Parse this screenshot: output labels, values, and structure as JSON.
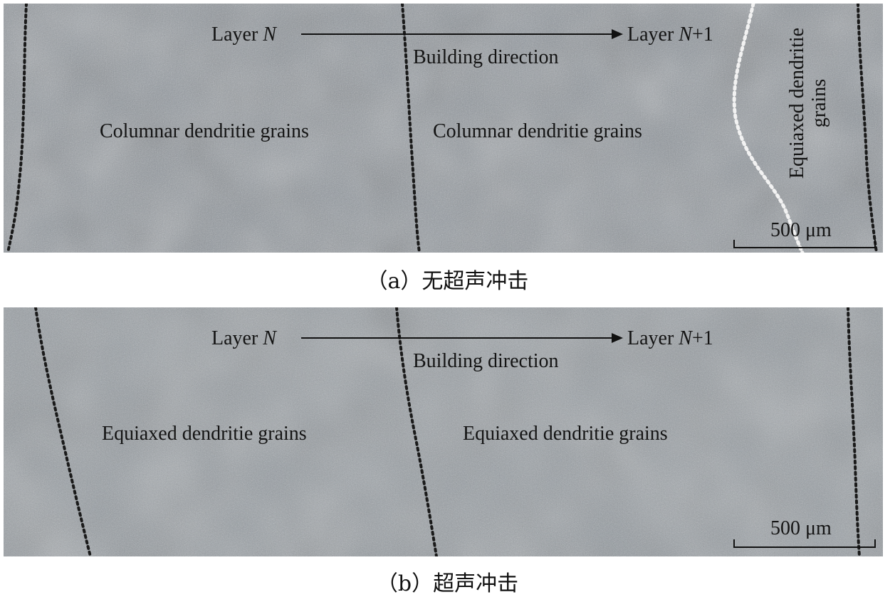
{
  "panels": [
    {
      "id": "a",
      "layer_n_prefix": "Layer ",
      "layer_n_var": "N",
      "layer_n1_prefix": "Layer ",
      "layer_n1_var": "N",
      "layer_n1_suffix": "+1",
      "building_direction": "Building direction",
      "region_left": "Columnar dendritie grains",
      "region_right": "Columnar dendritie grains",
      "vertical_label_line1": "Equiaxed dendritie",
      "vertical_label_line2": "grains",
      "scale_label": "500 μm",
      "caption": "（a）无超声冲击"
    },
    {
      "id": "b",
      "layer_n_prefix": "Layer ",
      "layer_n_var": "N",
      "layer_n1_prefix": "Layer ",
      "layer_n1_var": "N",
      "layer_n1_suffix": "+1",
      "building_direction": "Building direction",
      "region_left": "Equiaxed dendritie grains",
      "region_right": "Equiaxed dendritie grains",
      "scale_label": "500 μm",
      "caption": "（b）超声冲击"
    }
  ],
  "colors": {
    "micrograph_base": "#8e959c",
    "boundary_dark": "#1a1a1a",
    "boundary_light": "#f2f2f2"
  }
}
